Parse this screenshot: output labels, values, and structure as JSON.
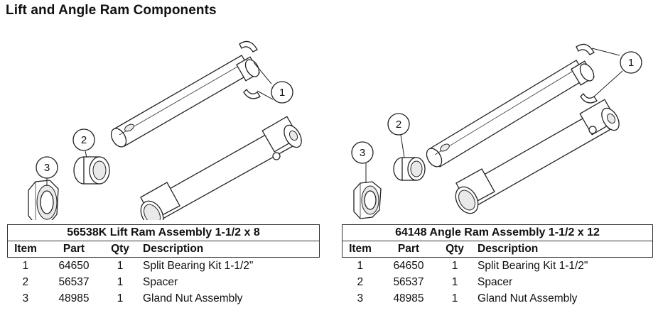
{
  "page": {
    "title": "Lift and Angle Ram Components"
  },
  "diagrams": [
    {
      "callouts": [
        "1",
        "2",
        "3"
      ]
    },
    {
      "callouts": [
        "1",
        "2",
        "3"
      ]
    }
  ],
  "tables": [
    {
      "caption": "56538K  Lift Ram Assembly 1-1/2 x 8",
      "headers": [
        "Item",
        "Part",
        "Qty",
        "Description"
      ],
      "rows": [
        [
          "1",
          "64650",
          "1",
          "Split Bearing Kit 1-1/2\""
        ],
        [
          "2",
          "56537",
          "1",
          "Spacer"
        ],
        [
          "3",
          "48985",
          "1",
          "Gland Nut Assembly"
        ]
      ]
    },
    {
      "caption": "64148  Angle Ram Assembly 1-1/2 x 12",
      "headers": [
        "Item",
        "Part",
        "Qty",
        "Description"
      ],
      "rows": [
        [
          "1",
          "64650",
          "1",
          "Split Bearing Kit 1-1/2\""
        ],
        [
          "2",
          "56537",
          "1",
          "Spacer"
        ],
        [
          "3",
          "48985",
          "1",
          "Gland Nut Assembly"
        ]
      ]
    }
  ]
}
